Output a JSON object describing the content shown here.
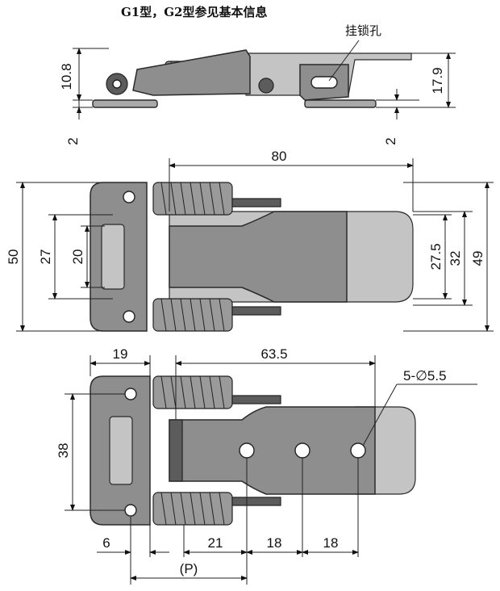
{
  "header": {
    "title": "G1型，G2型参见基本信息"
  },
  "side_view": {
    "lock_hole_label": "挂锁孔",
    "dims": {
      "height_left": "10.8",
      "height_right": "17.9",
      "base_left": "2",
      "base_right": "2"
    }
  },
  "top_view": {
    "dims": {
      "length": "80",
      "outer_height": "50",
      "inner_left": "27",
      "inner_small": "20",
      "right_a": "27.5",
      "right_b": "32",
      "right_c": "49"
    }
  },
  "plan_view": {
    "dims": {
      "top_left": "19",
      "top_right": "63.5",
      "left_height": "38",
      "bottom_1": "6",
      "bottom_2": "21",
      "bottom_3": "18",
      "bottom_4": "18",
      "bottom_p": "(P)"
    },
    "hole_callout": "5-∅5.5"
  },
  "colors": {
    "metal": "#8e8e8e",
    "metal_light": "#c4c4c4",
    "metal_dark": "#5c5c5c",
    "line": "#222222"
  }
}
